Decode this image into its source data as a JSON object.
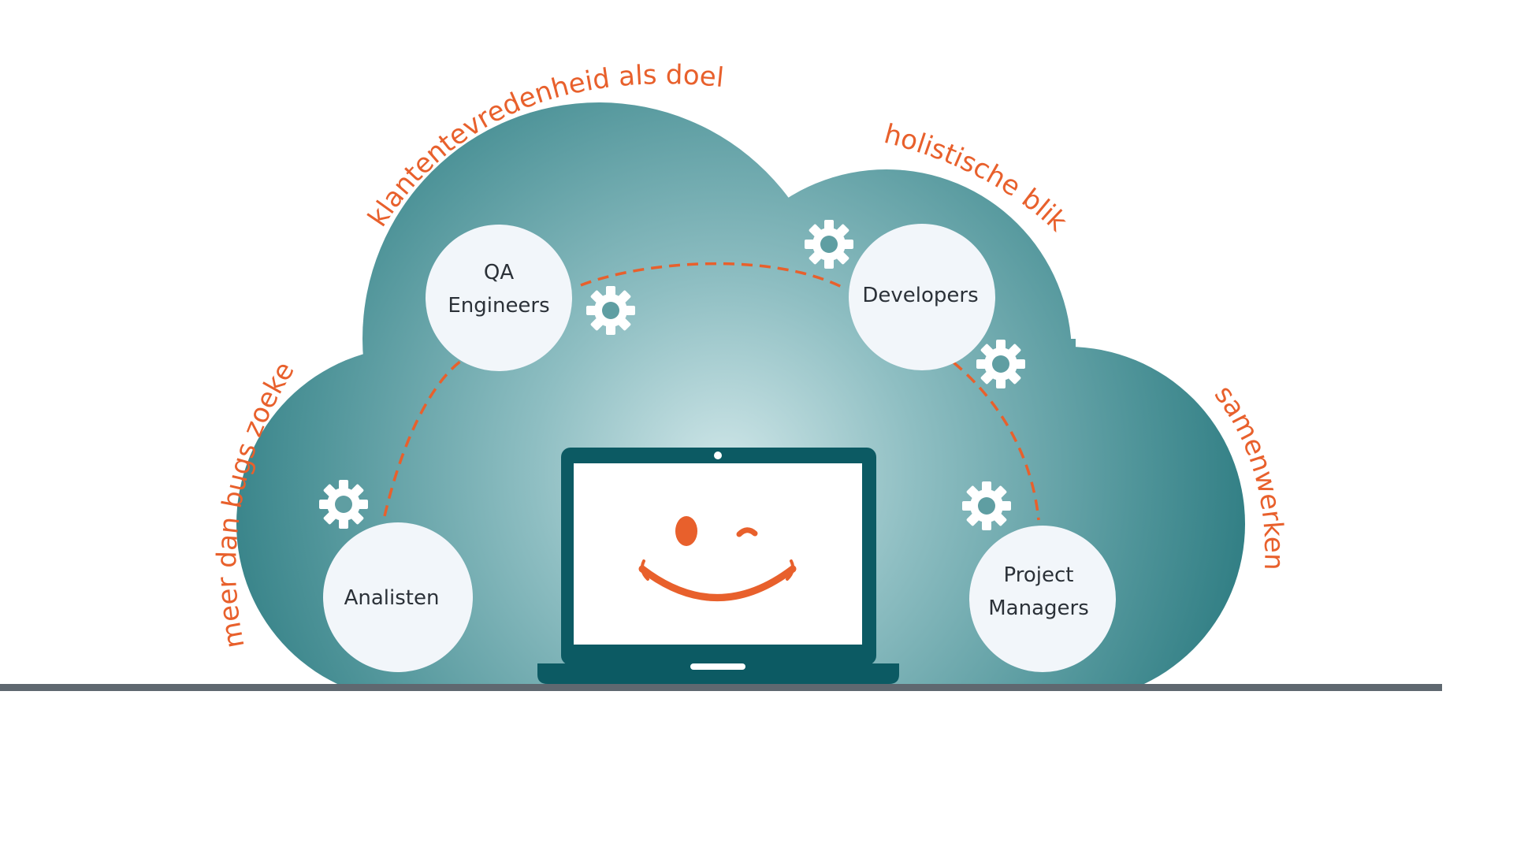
{
  "arc_labels": {
    "left": "meer dan bugs zoeken",
    "top": "klantentevredenheid als doel",
    "top_right": "holistische blik",
    "right": "samenwerken"
  },
  "roles": {
    "qa": {
      "line1": "QA",
      "line2": "Engineers"
    },
    "developers": {
      "line1": "Developers"
    },
    "analysts": {
      "line1": "Analisten"
    },
    "project_managers": {
      "line1": "Project",
      "line2": "Managers"
    }
  },
  "icons": {
    "gear": "gear-icon",
    "laptop": "laptop-icon",
    "face": "wink-smile-icon"
  },
  "colors": {
    "cloud_dark": "#2b7a80",
    "cloud_light": "#c5dfe1",
    "accent": "#e8602c",
    "laptop": "#0c5a63",
    "circle_fill": "#f2f6fa",
    "ground": "#5f6870",
    "text": "#2b3138"
  }
}
